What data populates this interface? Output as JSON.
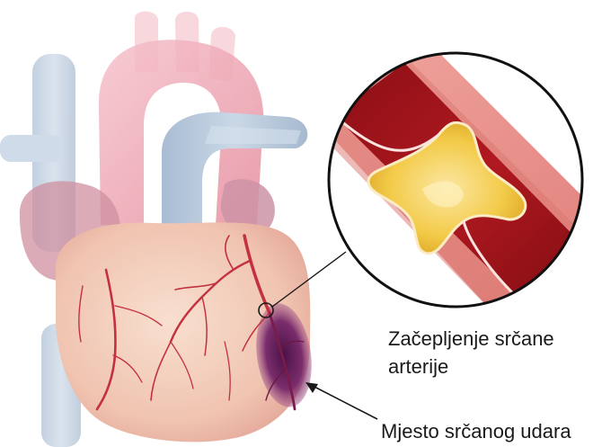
{
  "labels": {
    "blockage_line1": "Začepljenje srčane",
    "blockage_line2": "arterije",
    "heart_attack_site": "Mjesto srčanog udara"
  },
  "colors": {
    "background": "#ffffff",
    "vessel_blue": "#b8c9dc",
    "aorta_pink": "#e9a6b3",
    "heart_muscle": "#f2c9b4",
    "coronary_artery": "#c4313e",
    "infarct_purple": "#5c1f5a",
    "artery_wall": "#e88c88",
    "blood_red": "#a3161b",
    "plaque_yellow": "#f2c43a",
    "text": "#1a1a1a"
  }
}
